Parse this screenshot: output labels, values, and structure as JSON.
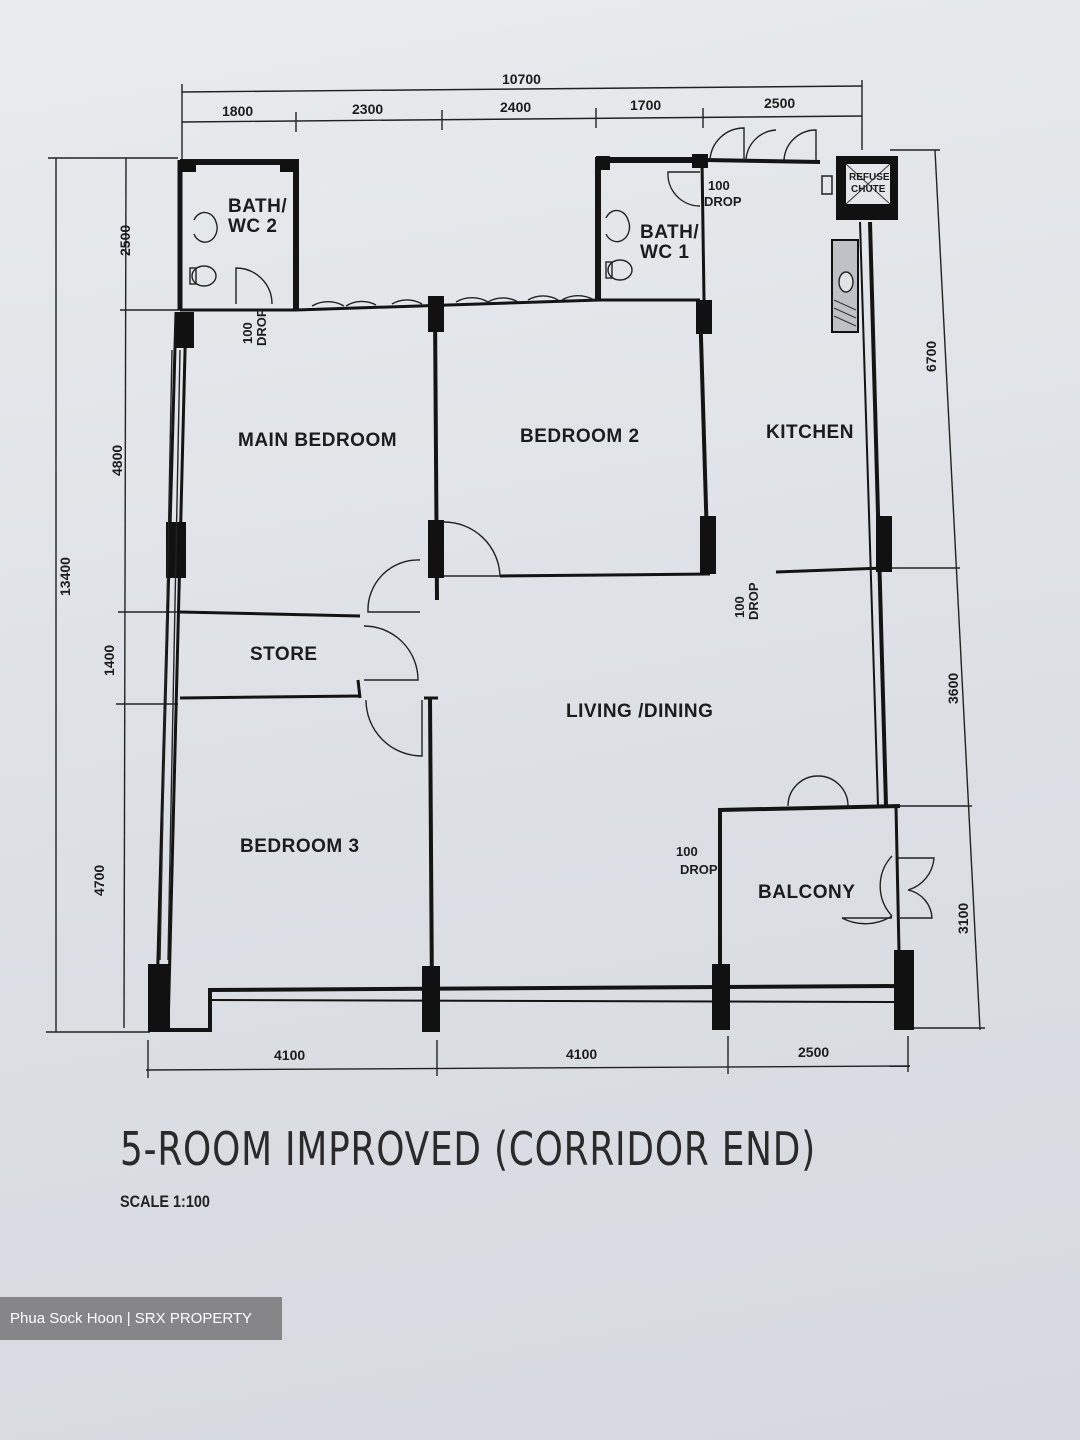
{
  "title": "5-ROOM IMPROVED (CORRIDOR END)",
  "scale": "SCALE 1:100",
  "watermark": "Phua Sock Hoon | SRX PROPERTY",
  "rooms": {
    "bath_wc2_line1": "BATH/",
    "bath_wc2_line2": "WC 2",
    "bath_wc1_line1": "BATH/",
    "bath_wc1_line2": "WC 1",
    "main_bedroom": "MAIN BEDROOM",
    "bedroom2": "BEDROOM 2",
    "kitchen": "KITCHEN",
    "store": "STORE",
    "living_dining": "LIVING /DINING",
    "bedroom3": "BEDROOM 3",
    "balcony": "BALCONY",
    "refuse_chute_line1": "REFUSE",
    "refuse_chute_line2": "CHUTE"
  },
  "notes": {
    "drop_value": "100",
    "drop_word": "DROP"
  },
  "dimensions": {
    "top_total": "10700",
    "top": [
      "1800",
      "2300",
      "2400",
      "1700",
      "2500"
    ],
    "bottom": [
      "4100",
      "4100",
      "2500"
    ],
    "left_total": "13400",
    "left": [
      "2500",
      "4800",
      "1400",
      "4700"
    ],
    "right": [
      "6700",
      "3600",
      "3100"
    ]
  }
}
